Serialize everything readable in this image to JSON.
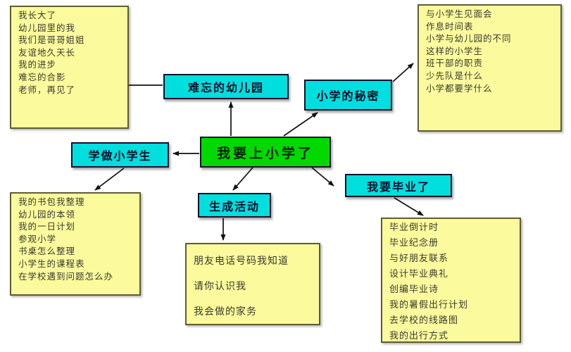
{
  "diagram": {
    "center": {
      "label": "我要上小学了"
    },
    "topics": {
      "unforgettable": {
        "label": "难忘的幼儿园"
      },
      "secret": {
        "label": "小学的秘密"
      },
      "learn": {
        "label": "学做小学生"
      },
      "graduate": {
        "label": "我要毕业了"
      },
      "activity": {
        "label": "生成活动"
      }
    },
    "notes": {
      "top_left": {
        "lines": [
          "我长大了",
          "幼儿园里的我",
          "我们是哥哥姐姐",
          "友谊地久天长",
          "我的进步",
          "难忘的合影",
          "老师，再见了"
        ]
      },
      "top_right": {
        "lines": [
          "与小学生见面会",
          "作息时间表",
          "小学与幼儿园的不同",
          "这样的小学生",
          "班干部的职责",
          "少先队是什么",
          "小学都要学什么"
        ]
      },
      "bottom_left": {
        "lines": [
          "我的书包我整理",
          "幼儿园的本领",
          "我的一日计划",
          "参观小学",
          "书桌怎么整理",
          "小学生的课程表",
          "在学校遇到问题怎么办"
        ]
      },
      "bottom_middle": {
        "lines": [
          "朋友电话号码我知道",
          "请你认识我",
          "我会做的家务"
        ]
      },
      "bottom_right": {
        "lines": [
          "毕业倒计时",
          "毕业纪念册",
          "与好朋友联系",
          "设计毕业典礼",
          "创编毕业诗",
          "我的暑假出行计划",
          "去学校的线路图",
          "我的出行方式"
        ]
      }
    },
    "colors": {
      "center_node": "#00d800",
      "topic_node": "#00dede",
      "note_bg": "#fbfb9d",
      "connector": "#111111"
    }
  }
}
